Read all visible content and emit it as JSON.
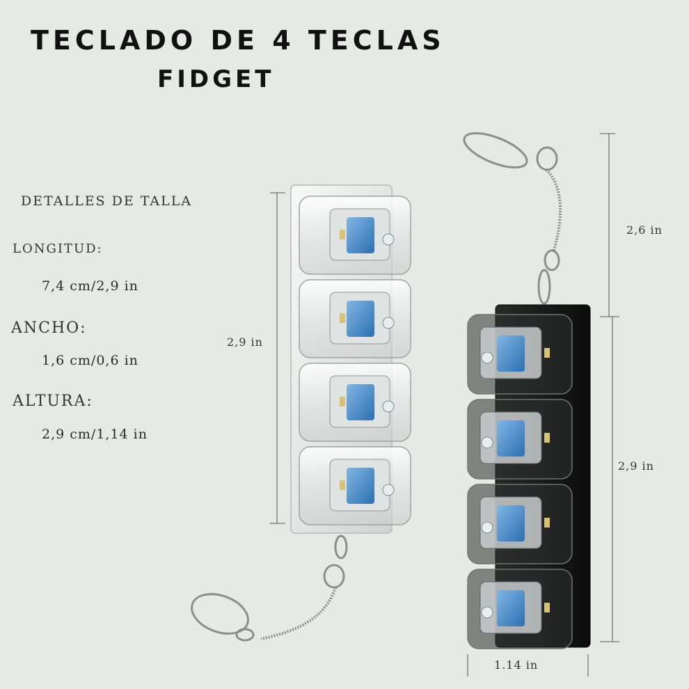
{
  "title": {
    "line1": "TECLADO DE 4 TECLAS",
    "line2": "FIDGET"
  },
  "specs": {
    "heading": "DETALLES DE TALLA",
    "longitud_label": "LONGITUD:",
    "longitud_value": "7,4 cm/2,9 in",
    "ancho_label": "ANCHO:",
    "ancho_value": "1,6 cm/0,6 in",
    "altura_label": "ALTURA:",
    "altura_value": "2,9 cm/1,14 in"
  },
  "dimensions": {
    "clear_height": "2,9 in",
    "chain_height": "2,6 in",
    "black_height": "2,9 in",
    "black_width": "1.14 in"
  },
  "colors": {
    "background": "#e6e9e5",
    "switch_blue": "#4a8fd0",
    "black_body": "#1a1a1a"
  }
}
